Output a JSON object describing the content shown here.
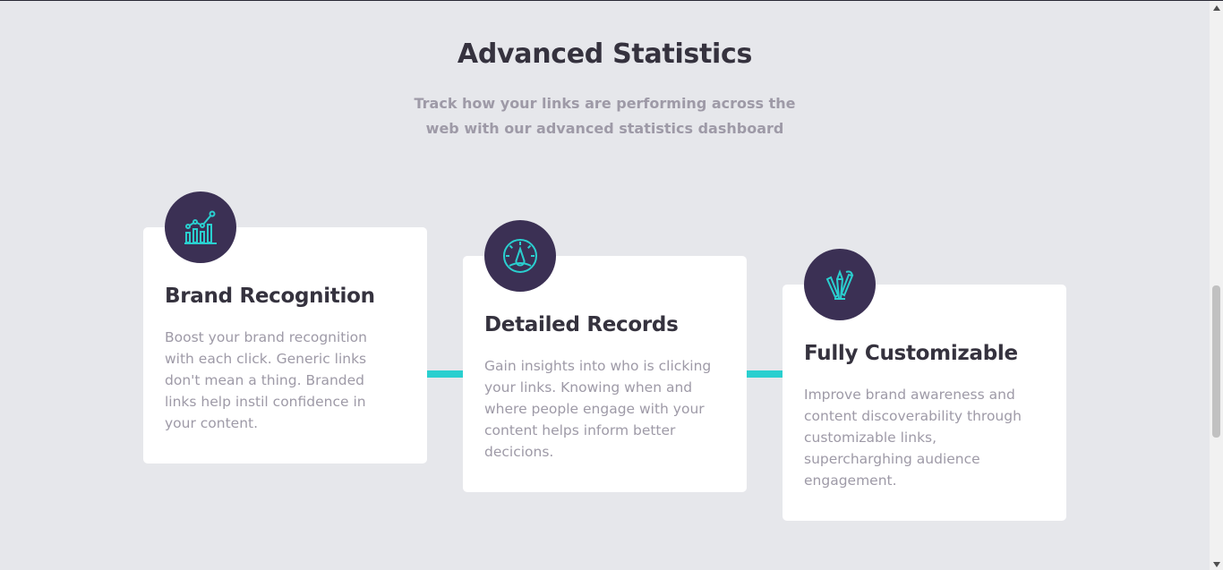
{
  "section": {
    "title": "Advanced Statistics",
    "subtitle": "Track how your links are performing across the web with our advanced statistics dashboard"
  },
  "cards": [
    {
      "icon": "brand-recognition-chart-icon",
      "title": "Brand Recognition",
      "text": "Boost your brand recognition with each click. Generic links don't mean a thing. Branded links help instil confidence in your content."
    },
    {
      "icon": "detailed-records-gauge-icon",
      "title": "Detailed Records",
      "text": "Gain insights into who is clicking your links. Knowing when and where people engage with your content helps inform better decicions."
    },
    {
      "icon": "fully-customizable-brushes-icon",
      "title": "Fully Customizable",
      "text": "Improve brand awareness and content discoverability through customizable links, supercharghing audience engagement."
    }
  ],
  "colors": {
    "background": "#e6e7eb",
    "accent": "#2acfcf",
    "icon_bg": "#3b3054",
    "heading": "#35323e",
    "muted": "#9e9aa7"
  }
}
